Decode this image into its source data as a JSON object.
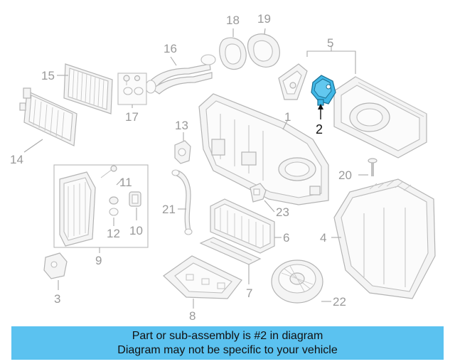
{
  "diagram": {
    "callouts": [
      "1",
      "2",
      "3",
      "4",
      "5",
      "6",
      "7",
      "8",
      "9",
      "10",
      "11",
      "12",
      "13",
      "14",
      "15",
      "16",
      "17",
      "18",
      "19",
      "20",
      "21",
      "22",
      "23"
    ],
    "highlighted_part": "2",
    "colors": {
      "highlight_fill": "#3fb7e6",
      "banner_background": "#5bc2f0",
      "line_art": "#b4b4b4",
      "callout_text": "#9a9a9a"
    }
  },
  "banner": {
    "line1": "Part or sub-assembly is #2 in diagram",
    "line2": "Diagram may not be specific to your vehicle"
  }
}
